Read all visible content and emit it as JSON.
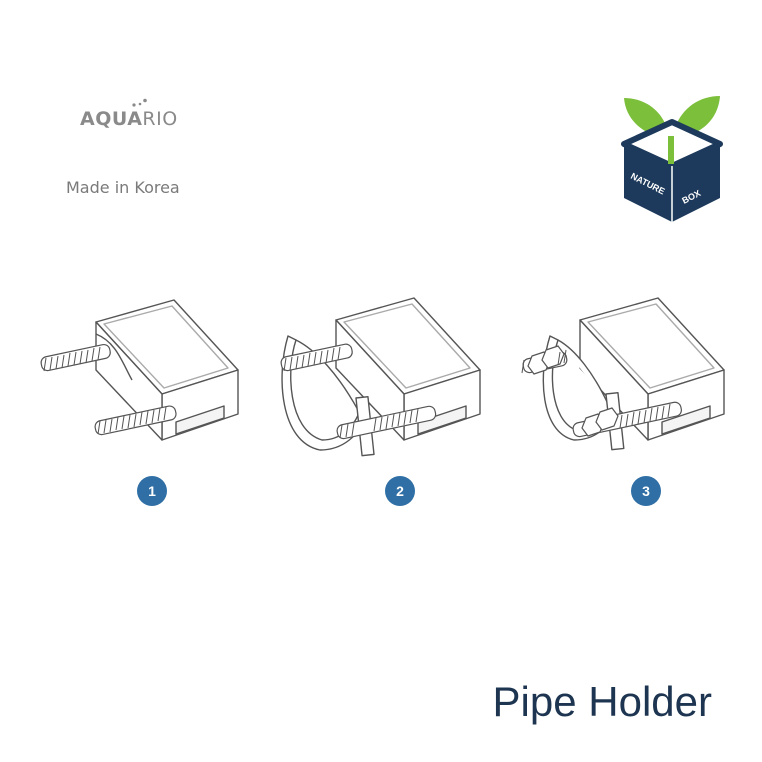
{
  "brand": {
    "logo_bold": "AQUA",
    "logo_light": "RIO",
    "tagline": "Made in Korea"
  },
  "logo": {
    "word_1": "NATURE",
    "word_2": "BOX",
    "colors": {
      "box": "#1d3a5c",
      "leaf": "#7cbf3b"
    }
  },
  "steps": [
    {
      "number": "1"
    },
    {
      "number": "2"
    },
    {
      "number": "3"
    }
  ],
  "product": {
    "title": "Pipe Holder"
  },
  "colors": {
    "badge": "#2f6fa5",
    "title": "#1d3550",
    "line_art": "#555555"
  }
}
